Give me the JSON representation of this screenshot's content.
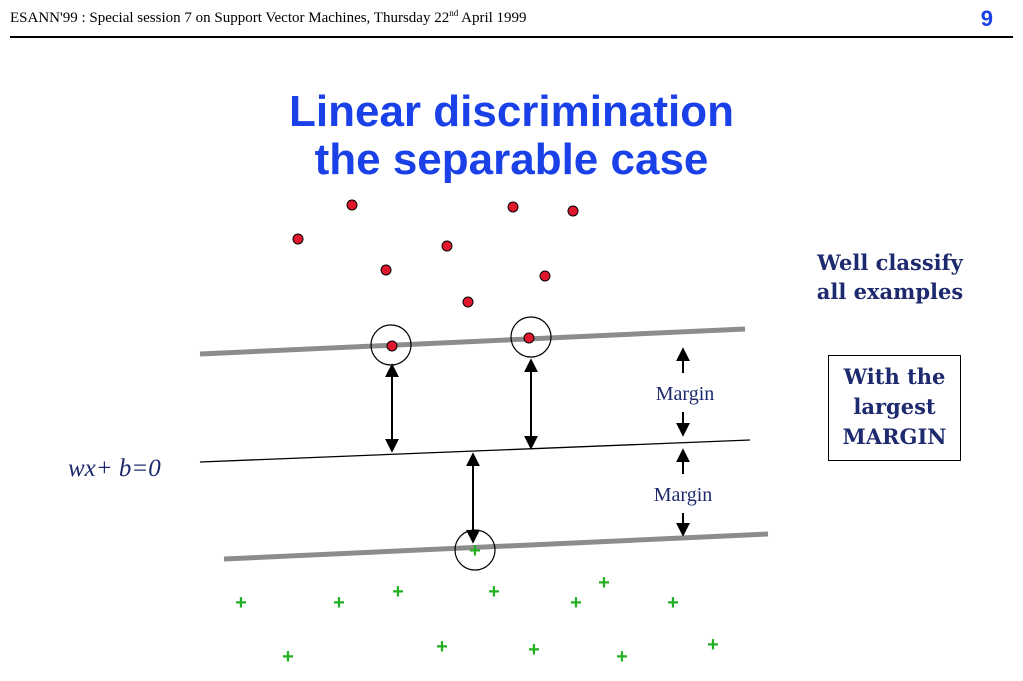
{
  "header": {
    "text_before": "ESANN'99 :  Special session 7 on Support Vector Machines, Thursday 22",
    "superscript": "nd",
    "text_after": " April 1999",
    "page_number": "9"
  },
  "title": {
    "line1": "Linear discrimination",
    "line2": "the separable case"
  },
  "side_note": {
    "line1": "Well classify",
    "line2": "all examples"
  },
  "boxed_note": {
    "line1": "With the",
    "line2": "largest",
    "line3": "MARGIN"
  },
  "diagram": {
    "equation": "wx+ b=0",
    "margin_label_1": "Margin",
    "margin_label_2": "Margin",
    "plus_symbol": "+",
    "colors": {
      "title": "#1a40e8",
      "dot_fill": "#e0182e",
      "plus": "#22b022",
      "boundary_lines": "#8c8c8c",
      "dark_text": "#1e2a6e"
    }
  }
}
